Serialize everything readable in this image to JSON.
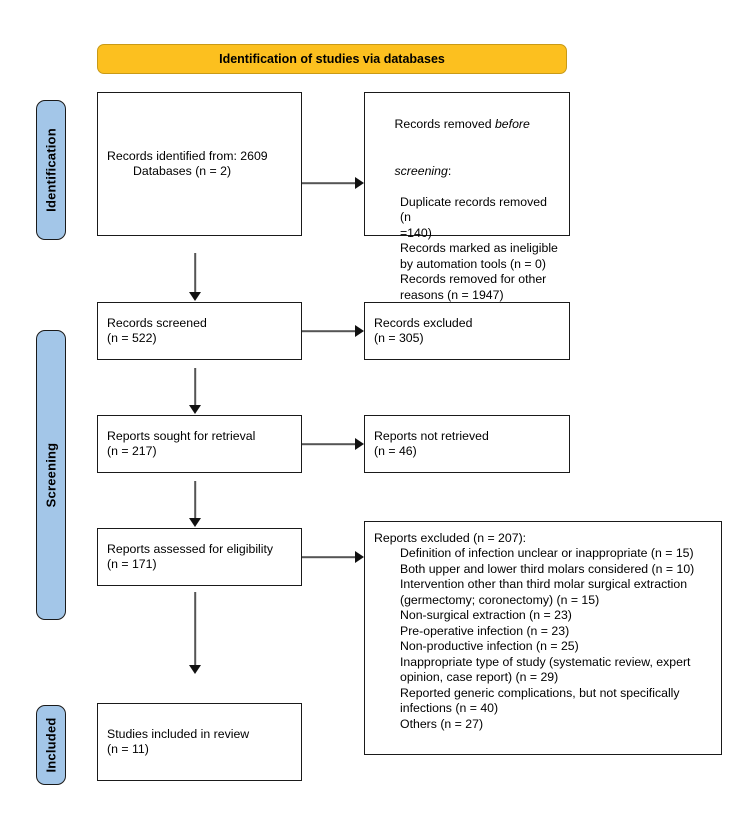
{
  "diagram": {
    "type": "prisma-flow-diagram",
    "title": "PRISMA flow diagram",
    "colors": {
      "banner_fill": "#fcc01f",
      "stage_fill": "#a3c6e8",
      "box_border": "#1a1a1a",
      "arrow_shaft": "#555555",
      "arrow_head": "#111111",
      "background": "#ffffff"
    }
  },
  "banner": {
    "label": "Identification of studies via databases"
  },
  "stages": [
    {
      "key": "identification",
      "label": "Identification"
    },
    {
      "key": "screening",
      "label": "Screening"
    },
    {
      "key": "included",
      "label": "Included"
    }
  ],
  "boxes": {
    "records_identified": {
      "lines": [
        {
          "text": "Records identified from: 2609",
          "indent": false
        },
        {
          "text": "Databases (n = 2)",
          "indent": true
        }
      ]
    },
    "records_removed": {
      "lines": [
        {
          "text": "Records removed ",
          "italic_tail": "before",
          "indent": false
        },
        {
          "text": "screening",
          "italic_lead": true,
          "suffix": ":",
          "indent": false
        },
        {
          "text": "Duplicate records removed (n",
          "indent": true
        },
        {
          "text": "=140)",
          "indent": true
        },
        {
          "text": "Records marked as ineligible",
          "indent": true
        },
        {
          "text": "by automation tools (n = 0)",
          "indent": true
        },
        {
          "text": "Records removed for other",
          "indent": true
        },
        {
          "text": "reasons (n = 1947)",
          "indent": true
        }
      ]
    },
    "records_screened": {
      "lines": [
        {
          "text": "Records screened",
          "indent": false
        },
        {
          "text": "(n = 522)",
          "indent": false
        }
      ]
    },
    "records_excluded": {
      "lines": [
        {
          "text": "Records excluded",
          "indent": false
        },
        {
          "text": "(n = 305)",
          "indent": false
        }
      ]
    },
    "reports_sought": {
      "lines": [
        {
          "text": "Reports sought for retrieval",
          "indent": false
        },
        {
          "text": "(n = 217)",
          "indent": false
        }
      ]
    },
    "reports_not_retrieved": {
      "lines": [
        {
          "text": "Reports not retrieved",
          "indent": false
        },
        {
          "text": "(n = 46)",
          "indent": false
        }
      ]
    },
    "reports_assessed": {
      "lines": [
        {
          "text": "Reports assessed for eligibility",
          "indent": false
        },
        {
          "text": "(n = 171)",
          "indent": false
        }
      ]
    },
    "reports_excluded": {
      "header": "Reports excluded (n = 207):",
      "reasons": [
        "Definition of infection unclear or inappropriate (n = 15)",
        "Both upper and lower third molars considered (n = 10)",
        "Intervention other than third molar surgical extraction",
        "(germectomy; coronectomy) (n = 15)",
        "Non-surgical extraction (n = 23)",
        "Pre-operative infection (n = 23)",
        "Non-productive infection (n = 25)",
        "Inappropriate type of study (systematic review, expert",
        "opinion, case report) (n = 29)",
        "Reported generic complications, but not specifically",
        "infections (n = 40)",
        "Others (n = 27)"
      ]
    },
    "studies_included": {
      "lines": [
        {
          "text": "Studies included in review",
          "indent": false
        },
        {
          "text": "(n = 11)",
          "indent": false
        }
      ]
    }
  },
  "counts": {
    "records_identified": 2609,
    "databases": 2,
    "duplicates_removed": 140,
    "ineligible_automation": 0,
    "removed_other_reasons": 1947,
    "records_screened": 522,
    "records_excluded": 305,
    "reports_sought": 217,
    "reports_not_retrieved": 46,
    "reports_assessed": 171,
    "reports_excluded_total": 207,
    "studies_included": 11
  }
}
